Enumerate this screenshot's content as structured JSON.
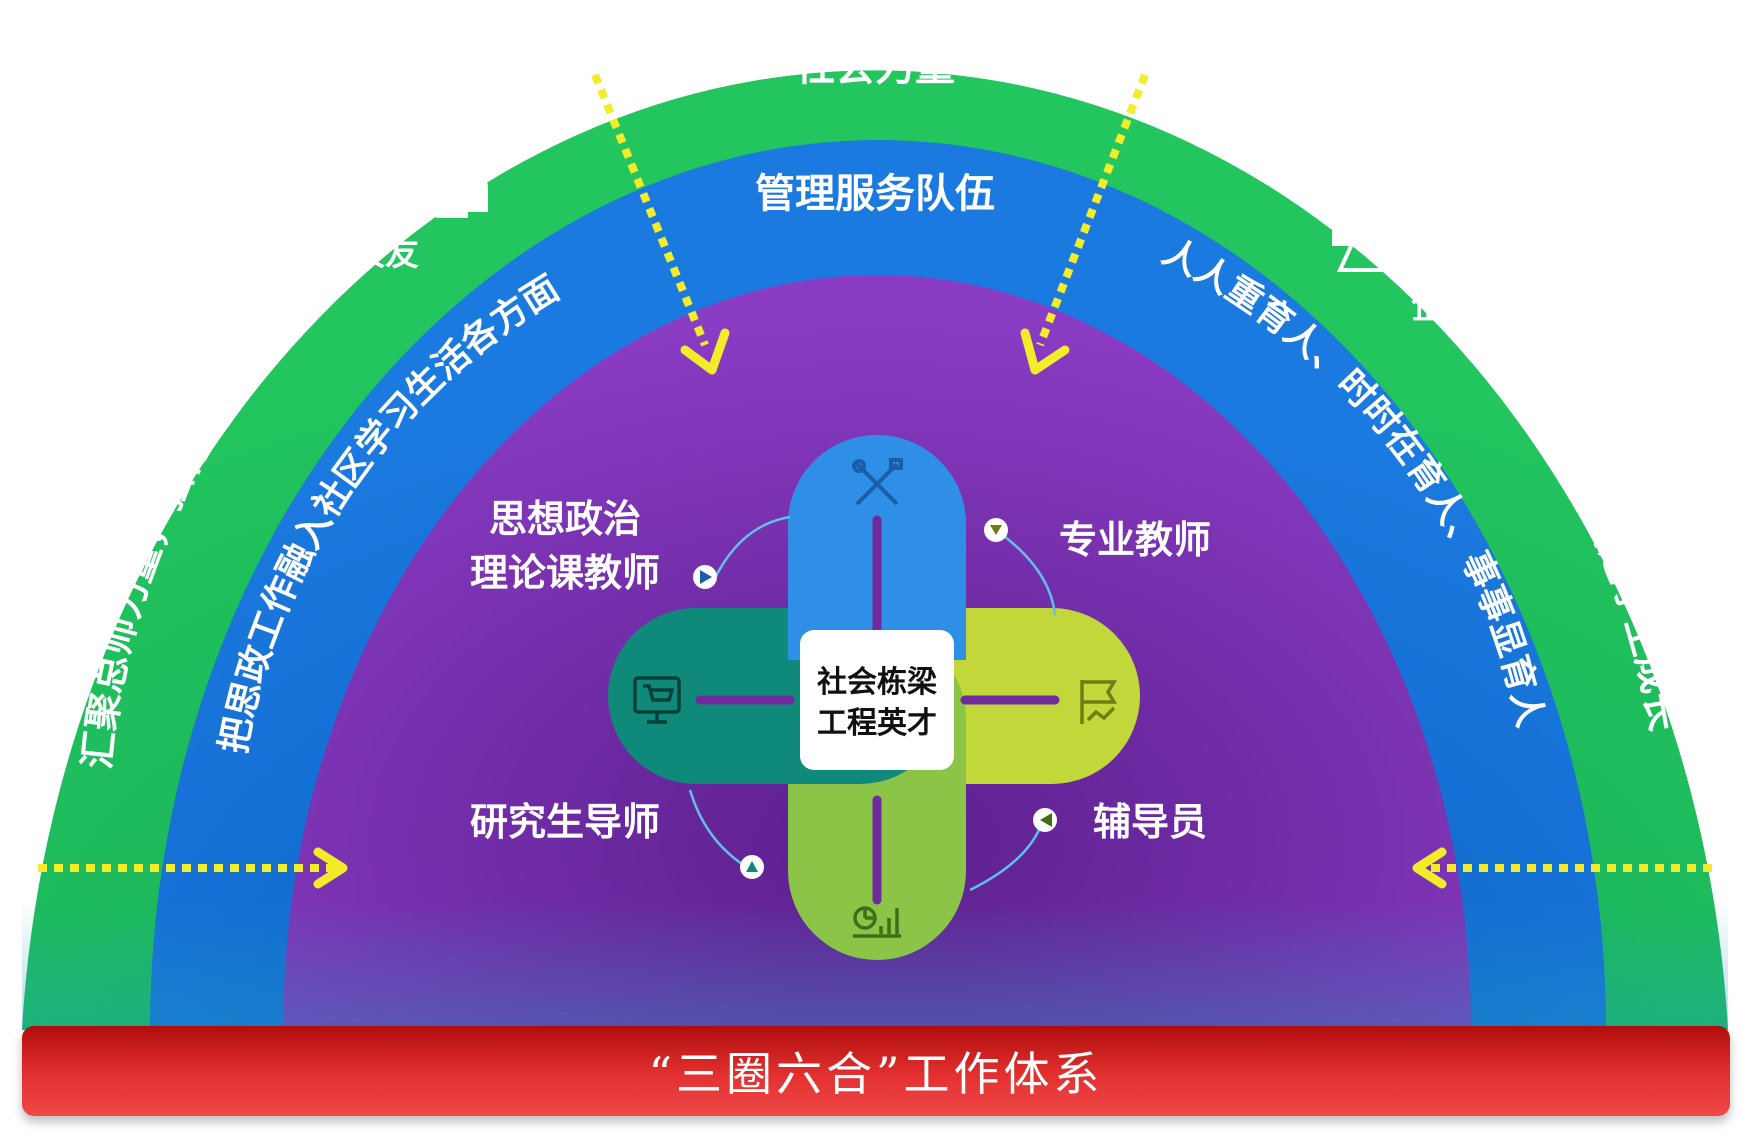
{
  "rings": {
    "outer_label": "社会力量",
    "middle_label": "管理服务队伍",
    "alumni_label": "校友",
    "enterprise_label": "企业",
    "outer_left_slogan": "汇聚总师力量，强化使命担当",
    "outer_right_slogan": "汇聚企业力量，启迪学生成长",
    "middle_left_slogan": "把思政工作融入社区学习生活各方面",
    "middle_right_slogan": "人人重育人、时时在育人、事事显育人"
  },
  "roles": {
    "top_left_line1": "思想政治",
    "top_left_line2": "理论课教师",
    "top_right": "专业教师",
    "bottom_left": "研究生导师",
    "bottom_right": "辅导员"
  },
  "center": {
    "line1": "社会栋梁",
    "line2": "工程英才"
  },
  "icons": {
    "alumni": "people-group-icon",
    "enterprise": "meeting-icon",
    "top_pill": "tools-icon",
    "left_pill": "monitor-cart-icon",
    "right_pill": "flag-chart-icon",
    "bottom_pill": "growth-chart-icon"
  },
  "colors": {
    "outer_ring": "#1db85a",
    "middle_ring": "#1673d6",
    "inner_circle": "#7a2fb0",
    "pill_blue": "#2f8fe6",
    "pill_teal": "#0f8a7a",
    "pill_lime": "#c2d83a",
    "pill_green": "#8cc447",
    "arrow_yellow": "#f2ec2a",
    "banner_red": "#d62222"
  },
  "banner": {
    "title": "“三圈六合”工作体系"
  }
}
